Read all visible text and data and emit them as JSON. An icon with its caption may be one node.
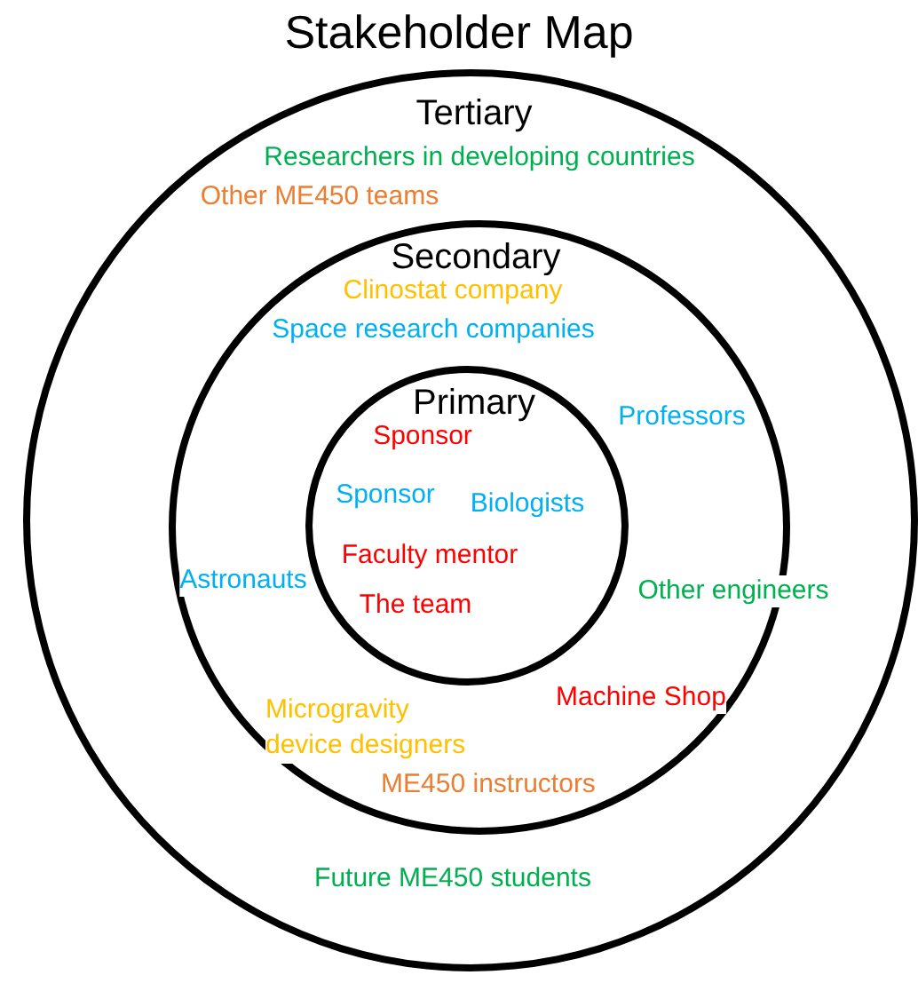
{
  "diagram": {
    "title": "Stakeholder Map",
    "nodes": [
      {
        "text": [
          "Tertiary",
          "Researchers in developing countries",
          "Other ME450 teams",
          "Future ME450 students"
        ]
      },
      {
        "text": [
          "Secondary",
          "Clinostat company",
          "Space research companies",
          "Professors",
          "Astronauts",
          "Other engineers",
          "Machine Shop",
          "Microgravity device designers",
          "ME450 instructors"
        ],
        "in": 0
      },
      {
        "text": [
          "Primary",
          "Sponsor",
          "Sponsor",
          "Biologists",
          "Faculty mentor",
          "The team"
        ],
        "in": 1
      }
    ]
  }
}
